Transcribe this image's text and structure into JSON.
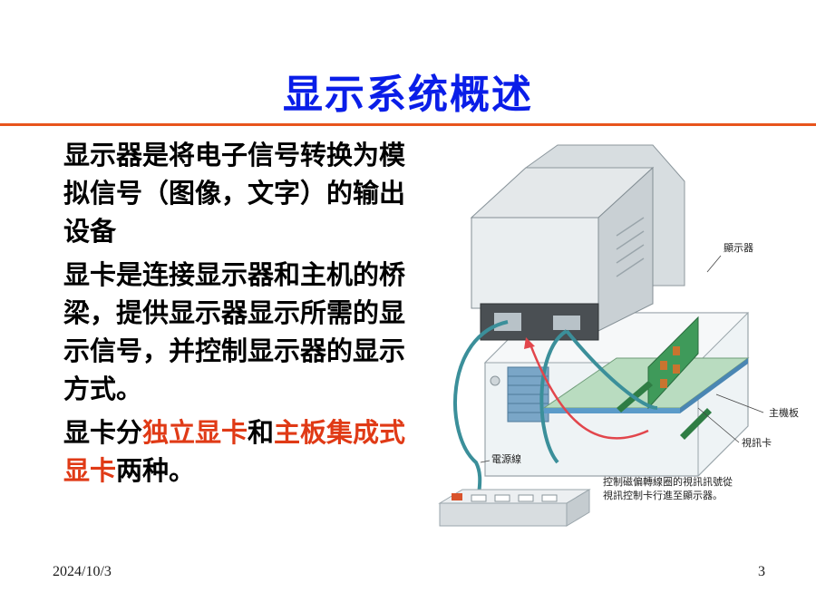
{
  "slide": {
    "title": "显示系统概述",
    "paragraphs": [
      {
        "text": "显示器是将电子信号转换为模拟信号（图像，文字）的输出设备"
      },
      {
        "text": "显卡是连接显示器和主机的桥梁，提供显示器显示所需的显示信号，并控制显示器的显示方式。"
      },
      {
        "parts": [
          "显卡分",
          "独立显卡",
          "和",
          "主板集成式显卡",
          "两种。"
        ]
      }
    ],
    "figure_labels": {
      "monitor": "顯示器",
      "motherboard": "主機板",
      "video_card": "視訊卡",
      "power_cord": "電源線",
      "caption_line1": "控制磁偏轉線圈的視訊訊號從",
      "caption_line2": "視訊控制卡行進至顯示器。"
    },
    "footer": {
      "date": "2024/10/3",
      "page": "3"
    }
  },
  "colors": {
    "title": "#0a1ee8",
    "rule": "#e8541c",
    "highlight": "#e03a16"
  }
}
